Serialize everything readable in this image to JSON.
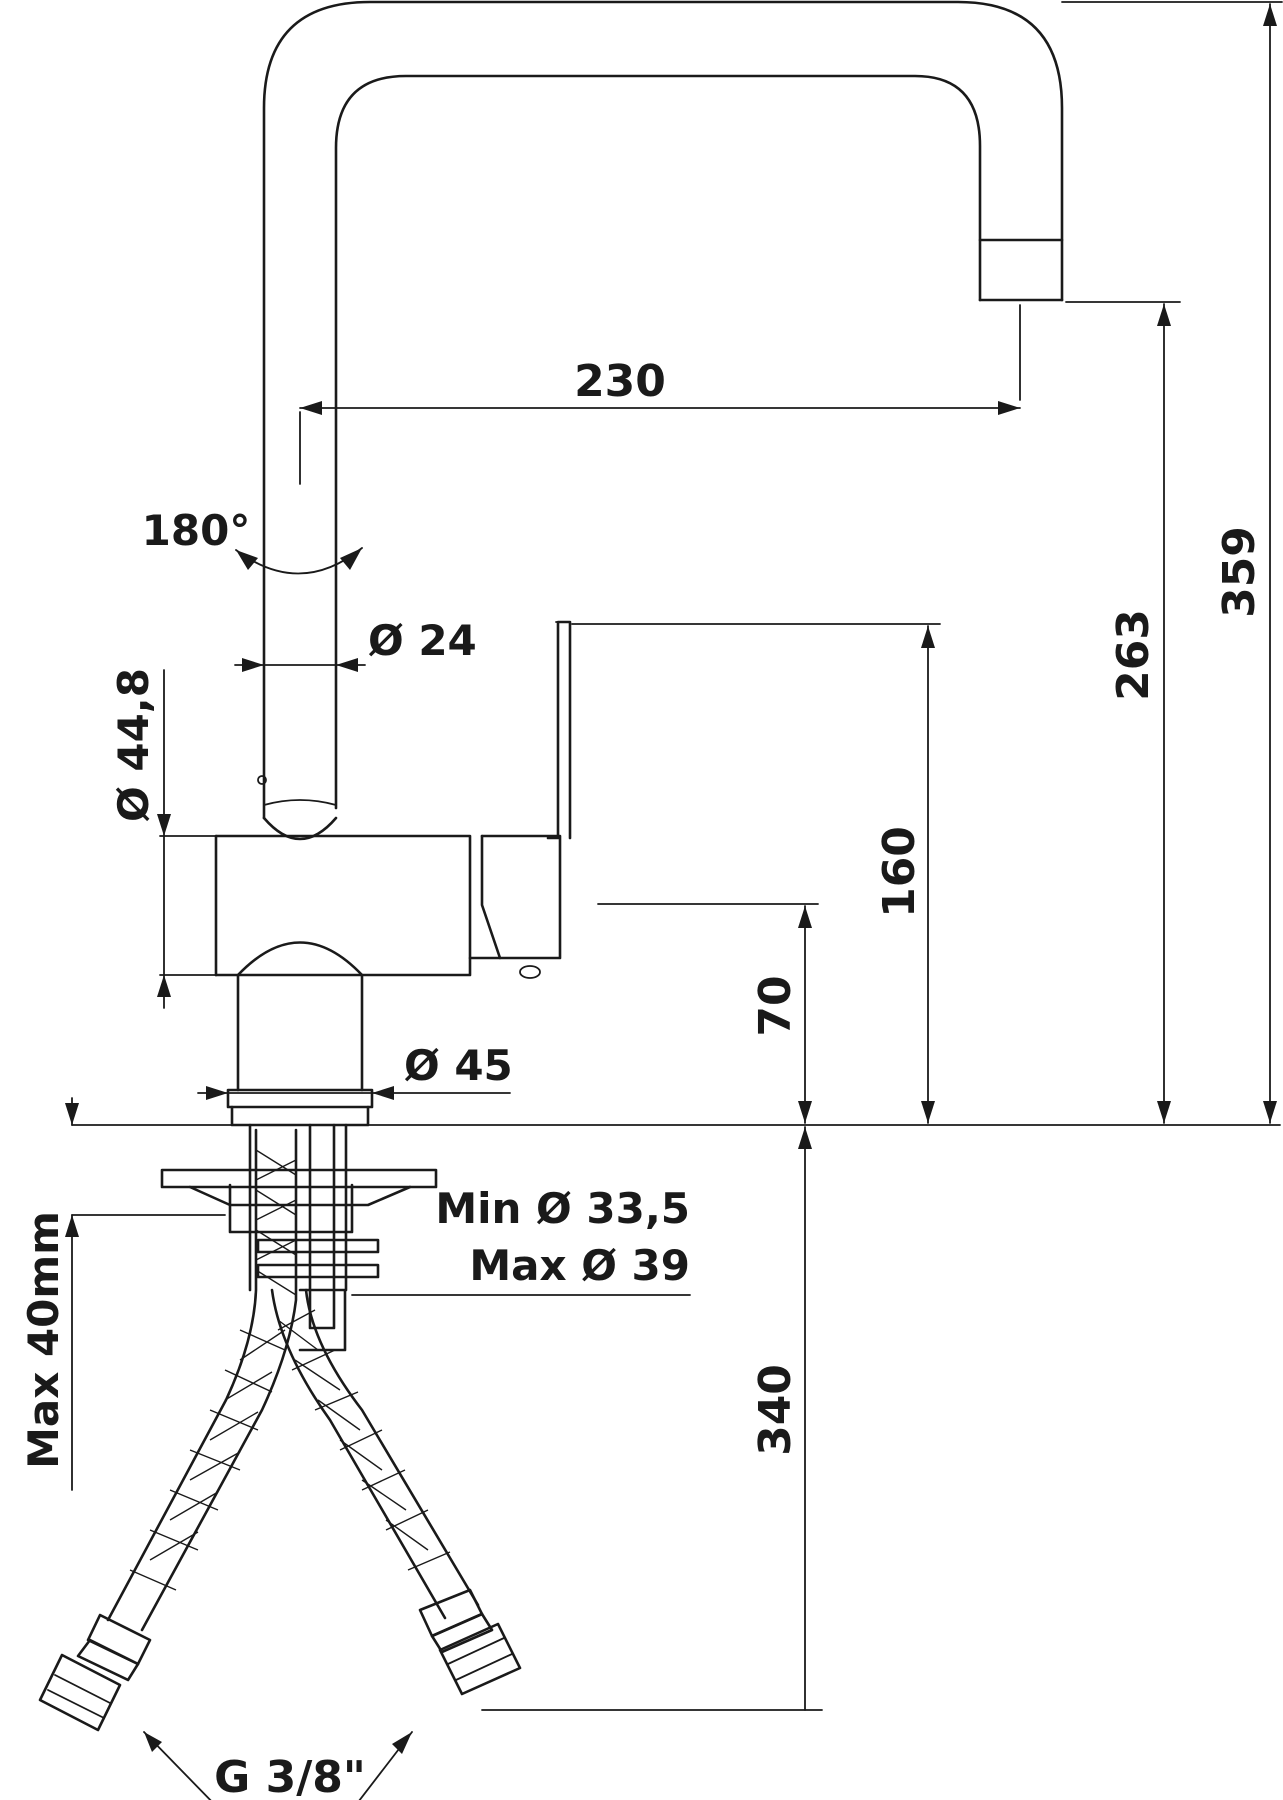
{
  "dimensions": {
    "spout_reach": "230",
    "rotation": "180°",
    "spout_diameter": "Ø 24",
    "body_diameter": "Ø 44,8",
    "base_diameter": "Ø 45",
    "height_263": "263",
    "height_359": "359",
    "height_160": "160",
    "height_70": "70",
    "hole_min": "Min Ø 33,5",
    "hole_max": "Max Ø 39",
    "max_thickness": "Max 40mm",
    "hose_length": "340",
    "connection": "G 3/8\""
  }
}
